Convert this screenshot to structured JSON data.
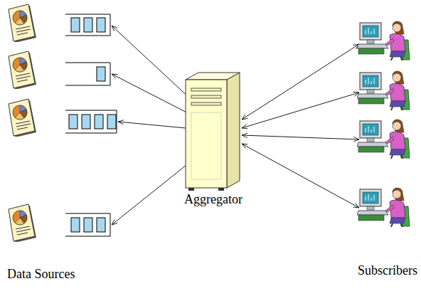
{
  "diagram": {
    "nodes": [
      {
        "text": [
          "Aggregator"
        ]
      }
    ],
    "labels": [
      "Data Sources",
      "Subscribers"
    ]
  }
}
